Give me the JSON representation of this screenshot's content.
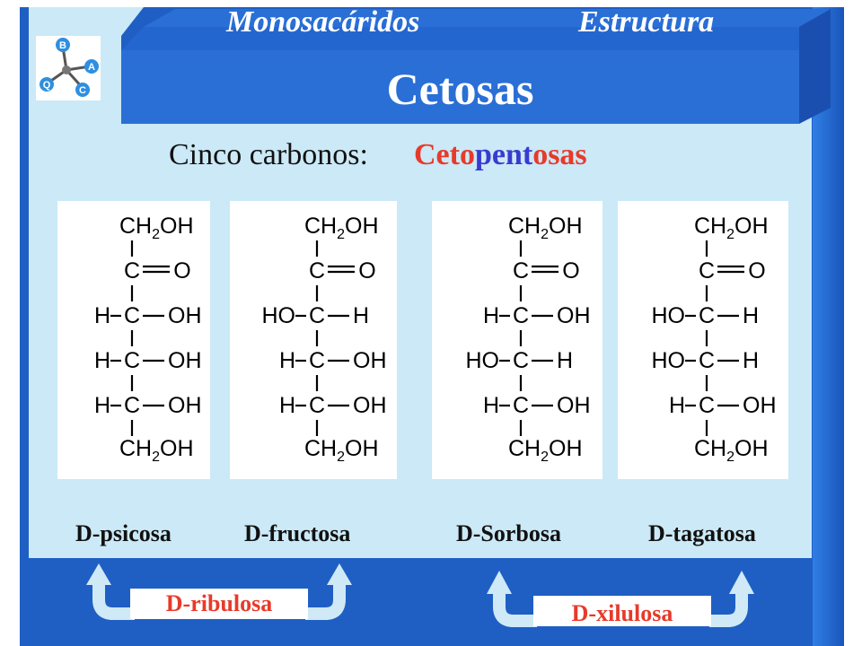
{
  "header": {
    "section_left": "Monosacáridos",
    "section_right": "Estructura",
    "title": "Cetosas"
  },
  "subtitle": {
    "lead": "Cinco carbonos:",
    "term_part1": "Ceto",
    "term_part2": "pent",
    "term_part3": "osas"
  },
  "logo": {
    "letters": [
      "B",
      "A",
      "C",
      "Q"
    ]
  },
  "structures": [
    {
      "name": "D-psicosa",
      "rows": [
        [
          "H",
          "OH"
        ],
        [
          "H",
          "OH"
        ],
        [
          "H",
          "OH"
        ]
      ]
    },
    {
      "name": "D-fructosa",
      "rows": [
        [
          "HO",
          "H"
        ],
        [
          "H",
          "OH"
        ],
        [
          "H",
          "OH"
        ]
      ]
    },
    {
      "name": "D-Sorbosa",
      "rows": [
        [
          "H",
          "OH"
        ],
        [
          "HO",
          "H"
        ],
        [
          "H",
          "OH"
        ]
      ]
    },
    {
      "name": "D-tagatosa",
      "rows": [
        [
          "HO",
          "H"
        ],
        [
          "HO",
          "H"
        ],
        [
          "H",
          "OH"
        ]
      ]
    }
  ],
  "chem": {
    "top_group": "CH",
    "top_sub": "2",
    "top_tail": "OH",
    "carbon": "C",
    "oxygen": "O"
  },
  "pairs": [
    {
      "label": "D-ribulosa"
    },
    {
      "label": "D-xilulosa"
    }
  ],
  "colors": {
    "frame_blue": "#2165c9",
    "light_blue": "#cbe9f7",
    "accent_red": "#e83a2a",
    "accent_blue": "#3a3ad0",
    "arrow_light": "#cfe9f7"
  }
}
